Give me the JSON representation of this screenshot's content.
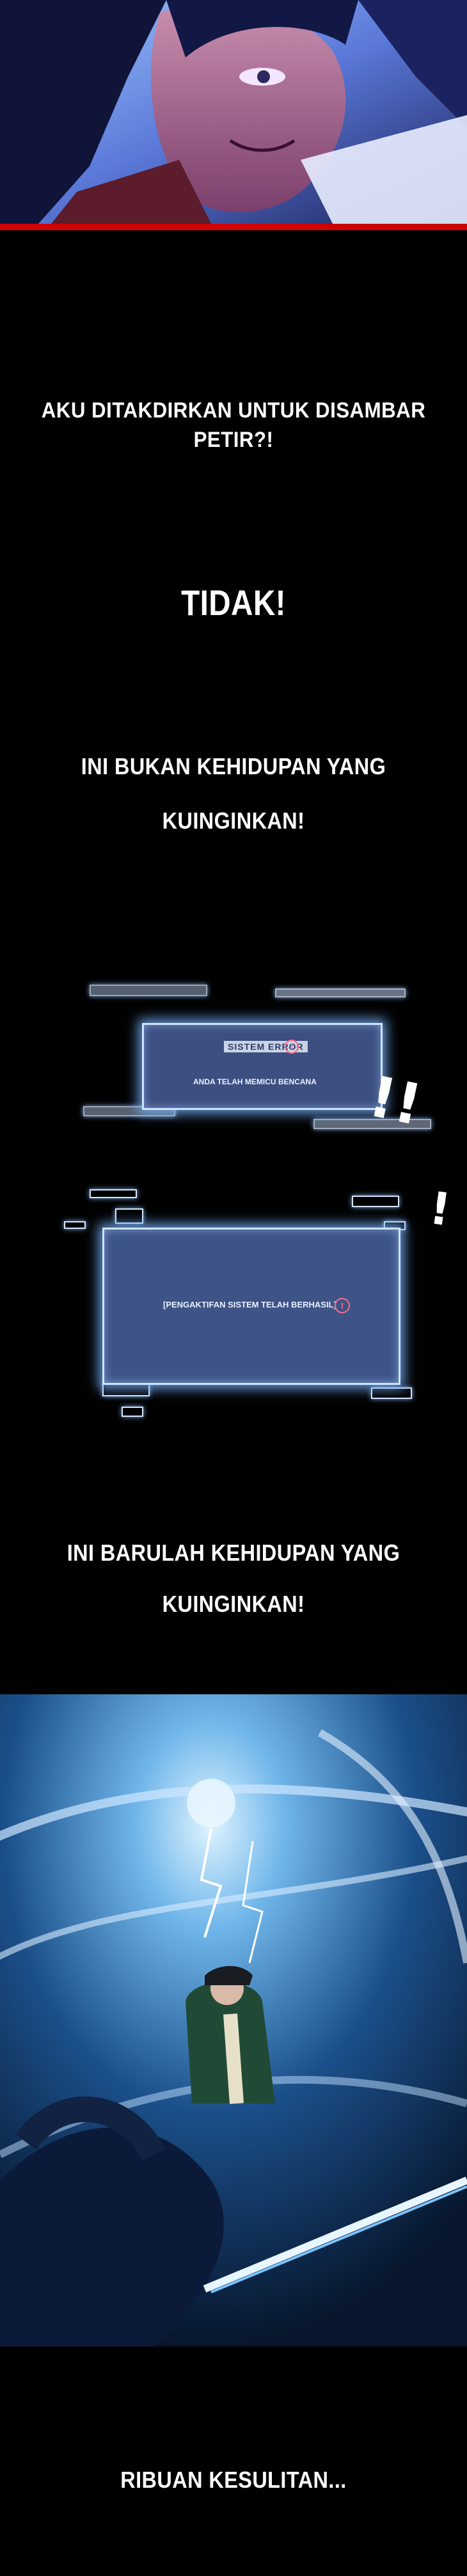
{
  "captions": {
    "line1": "AKU DITAKDIRKAN UNTUK DISAMBAR PETIR?!",
    "line2": "TIDAK!",
    "line3a": "INI BUKAN KEHIDUPAN YANG",
    "line3b": "KUINGINKAN!",
    "line4a": "INI BARULAH KEHIDUPAN YANG",
    "line4b": "KUINGINKAN!",
    "line5": "RIBUAN KESULITAN..."
  },
  "system_glitch": {
    "header": "SISTEM ERROR",
    "message": "ANDA TELAH MEMICU BENCANA",
    "icon": "alert-circle-icon",
    "sfx": "!!",
    "sfx2": "!"
  },
  "system_panel": {
    "message": "[PENGAKTIFAN SISTEM TELAH BERHASIL]",
    "icon": "alert-circle-icon"
  },
  "colors": {
    "background": "#000000",
    "system_blue": "#3e5487",
    "glow": "#cfe4ff",
    "alert": "#ff6b8b",
    "red_strip": "#d10000"
  }
}
